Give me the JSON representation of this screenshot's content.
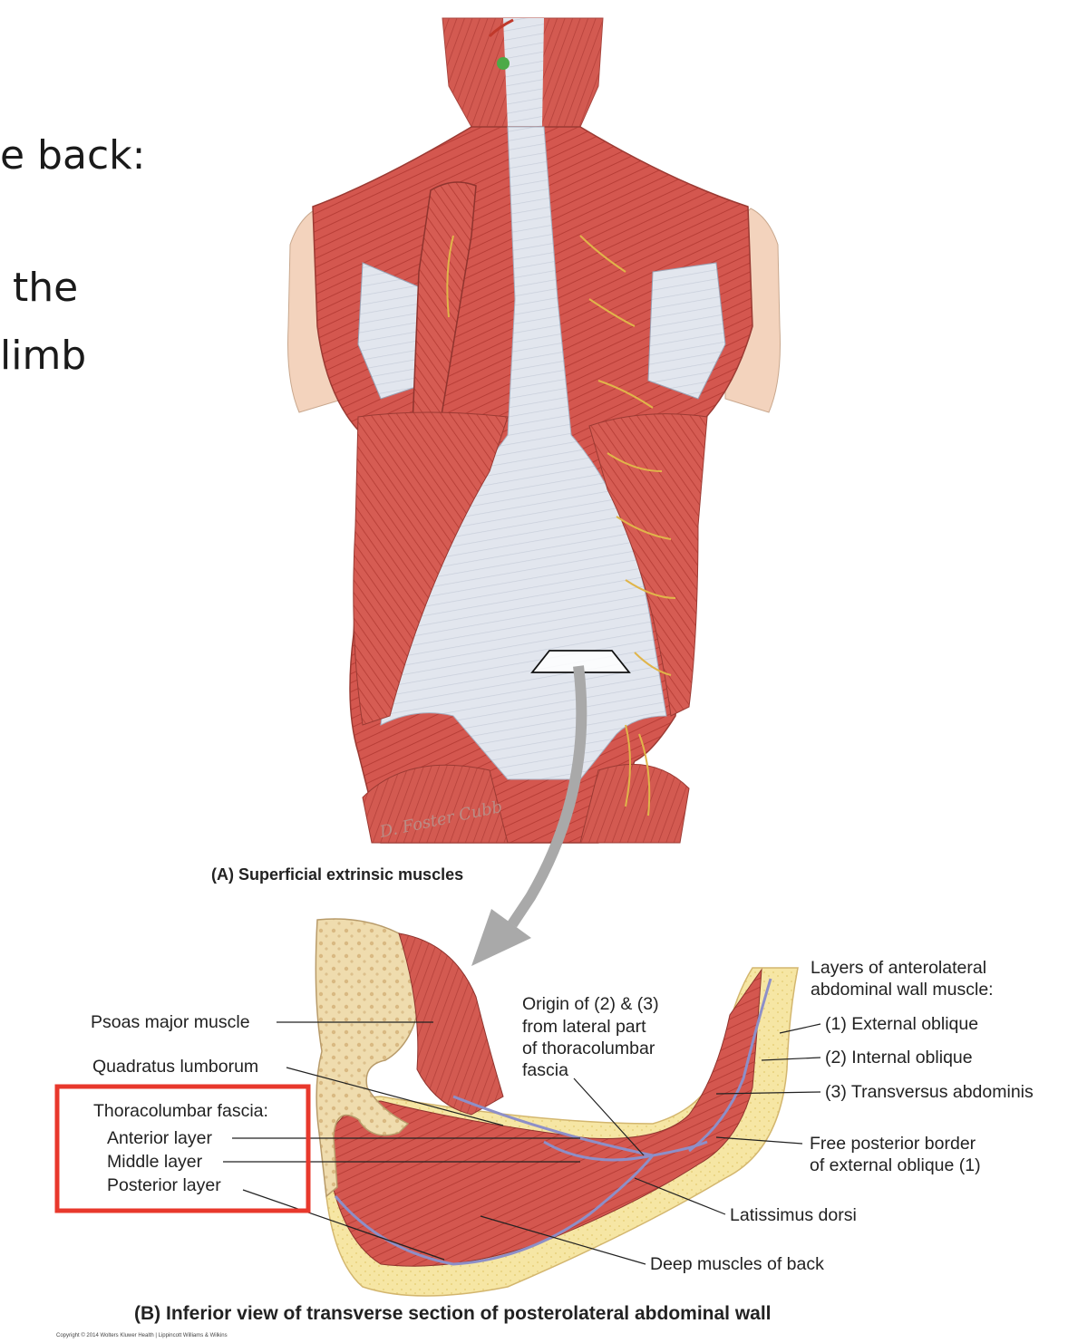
{
  "slide_fragments": [
    "e back:",
    "the",
    "limb"
  ],
  "figure_a": {
    "caption": "(A) Superficial extrinsic muscles",
    "signature": "D. Foster Cubb"
  },
  "figure_b": {
    "caption": "(B) Inferior view of transverse section of posterolateral abdominal wall",
    "labels": {
      "psoas": "Psoas major muscle",
      "quadratus": "Quadratus lumborum",
      "tlf_title": "Thoracolumbar fascia:",
      "anterior": "Anterior layer",
      "middle": "Middle layer",
      "posterior": "Posterior layer",
      "origin_1": "Origin of (2) & (3)",
      "origin_2": "from lateral part",
      "origin_3": "of thoracolumbar",
      "origin_4": "fascia",
      "layers_1": "Layers of anterolateral",
      "layers_2": "abdominal wall muscle:",
      "ext_oblique": "(1) External oblique",
      "int_oblique": "(2) Internal oblique",
      "transversus": "(3) Transversus abdominis",
      "free_border_1": "Free posterior border",
      "free_border_2": "of external oblique (1)",
      "latissimus": "Latissimus dorsi",
      "deep_back": "Deep muscles of back"
    }
  },
  "copyright": "Copyright © 2014 Wolters Kluwer Health | Lippincott Williams & Wilkins",
  "colors": {
    "muscle": "#d4574f",
    "muscle_dark": "#b83e37",
    "fascia": "#dfe4ec",
    "bone": "#efdcae",
    "fat": "#f6e6a4",
    "fascia_line": "#8d8fc8",
    "highlight": "#e8382c",
    "arrow": "#a9a9a9"
  }
}
